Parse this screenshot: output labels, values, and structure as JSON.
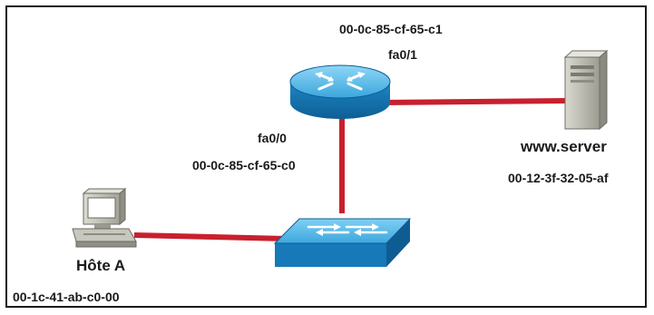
{
  "router": {
    "iface_fa01": "fa0/1",
    "iface_fa00": "fa0/0",
    "mac_fa01": "00-0c-85-cf-65-c1",
    "mac_fa00": "00-0c-85-cf-65-c0"
  },
  "server": {
    "name": "www.server",
    "mac": "00-12-3f-32-05-af"
  },
  "host": {
    "name": "Hôte A",
    "mac": "00-1c-41-ab-c0-00"
  },
  "colors": {
    "link": "#c8202e",
    "device_blue": "#1f8fd0",
    "device_blue_light": "#6cc6f0",
    "device_gray": "#b8b8ae"
  },
  "icons": {
    "router": "router-icon",
    "switch": "switch-icon",
    "server": "server-icon",
    "host": "desktop-computer-icon"
  }
}
